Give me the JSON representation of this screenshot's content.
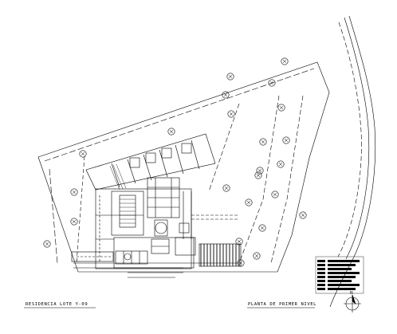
{
  "drawing": {
    "title_left": "RESIDENCIA LOTE Y-09",
    "title_right": "PLANTA DE PRIMER NIVEL",
    "north_label": "N",
    "line_color": "#000000",
    "background": "#ffffff"
  },
  "legend": {
    "rows": 8
  },
  "trees": {
    "count": 24
  }
}
